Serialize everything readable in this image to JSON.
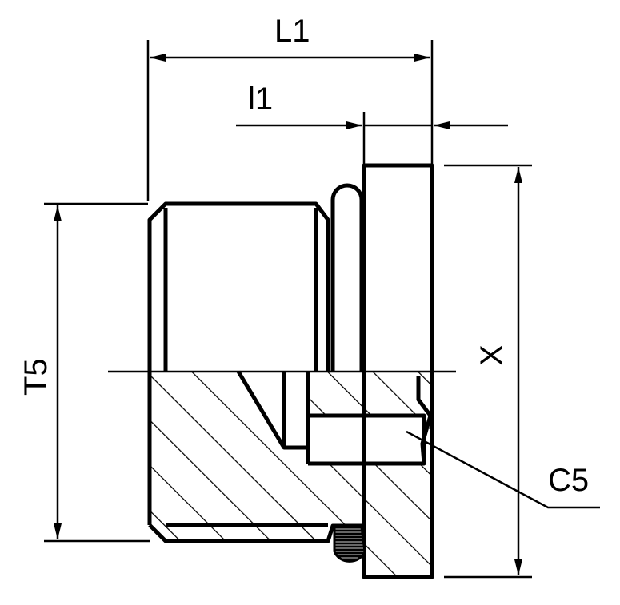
{
  "drawing": {
    "dimensions": {
      "overall_length": "L1",
      "flange_length": "l1",
      "thread": "T5",
      "wrench_size": "X",
      "callout": "C5"
    },
    "colors": {
      "line": "#000000",
      "background": "#ffffff"
    }
  }
}
